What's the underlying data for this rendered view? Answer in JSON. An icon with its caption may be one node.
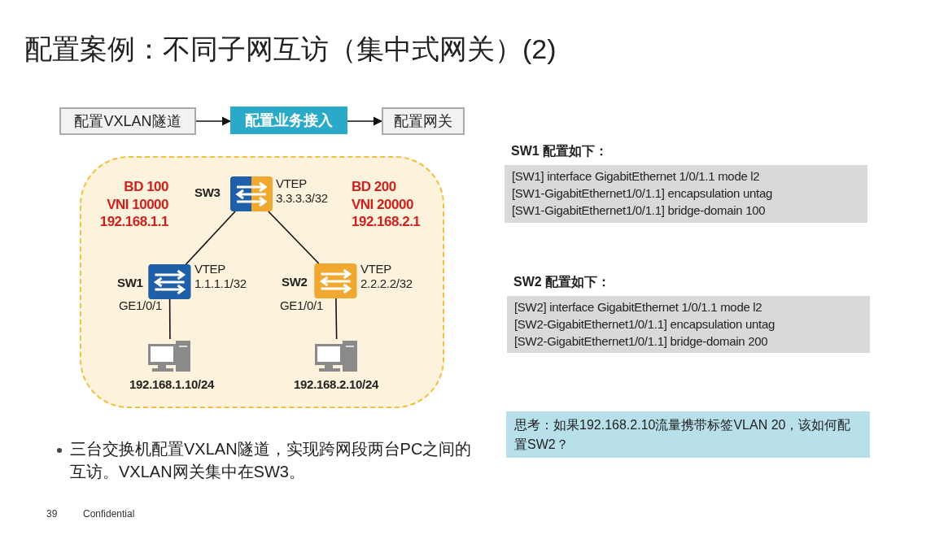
{
  "diagram": {
    "title": "配置案例：不同子网互访（集中式网关）(2)",
    "nodes": [
      {
        "text": [
          "配置VXLAN隧道"
        ]
      },
      {
        "text": [
          "配置业务接入"
        ]
      },
      {
        "text": [
          "配置网关"
        ]
      },
      {
        "text": [],
        "shape": "box"
      },
      {
        "text": [],
        "shape": "switch",
        "in": 3,
        "beside": [
          "SW3",
          "VTEP 3.3.3.3/32"
        ]
      },
      {
        "text": [],
        "shape": "switch",
        "in": 3,
        "beside": [
          "SW1",
          "VTEP 1.1.1.1/32"
        ]
      },
      {
        "text": [],
        "shape": "switch",
        "in": 3,
        "beside": [
          "SW2",
          "VTEP 2.2.2.2/32"
        ]
      },
      {
        "text": [],
        "shape": "computer",
        "in": 3,
        "beside": [
          "192.168.1.10/24"
        ]
      },
      {
        "text": [],
        "shape": "computer",
        "in": 3,
        "beside": [
          "192.168.2.10/24"
        ]
      },
      {
        "text": [
          "SW1 配置如下：",
          "[SW1] interface GigabitEthernet 1/0/1.1 mode l2",
          "[SW1-GigabitEthernet1/0/1.1] encapsulation untag",
          "[SW1-GigabitEthernet1/0/1.1] bridge-domain 100"
        ]
      },
      {
        "text": [
          "SW2 配置如下：",
          "[SW2] interface GigabitEthernet 1/0/1.1 mode l2",
          "[SW2-GigabitEthernet1/0/1.1] encapsulation untag",
          "[SW2-GigabitEthernet1/0/1.1] bridge-domain 200"
        ]
      },
      {
        "text": [
          "思考：如果192.168.2.10流量携带标签VLAN 20，该如何配置SW2？"
        ]
      }
    ],
    "edges": [
      {
        "from": 0,
        "to": 1,
        "arrow": "to"
      },
      {
        "from": 1,
        "to": 2,
        "arrow": "to"
      },
      {
        "from": 4,
        "to": 5,
        "arrow": "none"
      },
      {
        "from": 4,
        "to": 6,
        "arrow": "none"
      },
      {
        "from": 5,
        "to": 7,
        "arrow": "none",
        "label": "GE1/0/1"
      },
      {
        "from": 6,
        "to": 8,
        "arrow": "none",
        "label": "GE1/0/1"
      }
    ],
    "labels": [
      "BD 100",
      "VNI 10000",
      "192.168.1.1",
      "BD 200",
      "VNI 20000",
      "192.168.2.1",
      "三台交换机配置VXLAN隧道，实现跨网段两台PC之间的互访。VXLAN网关集中在SW3。",
      "39",
      "Confidential"
    ]
  }
}
